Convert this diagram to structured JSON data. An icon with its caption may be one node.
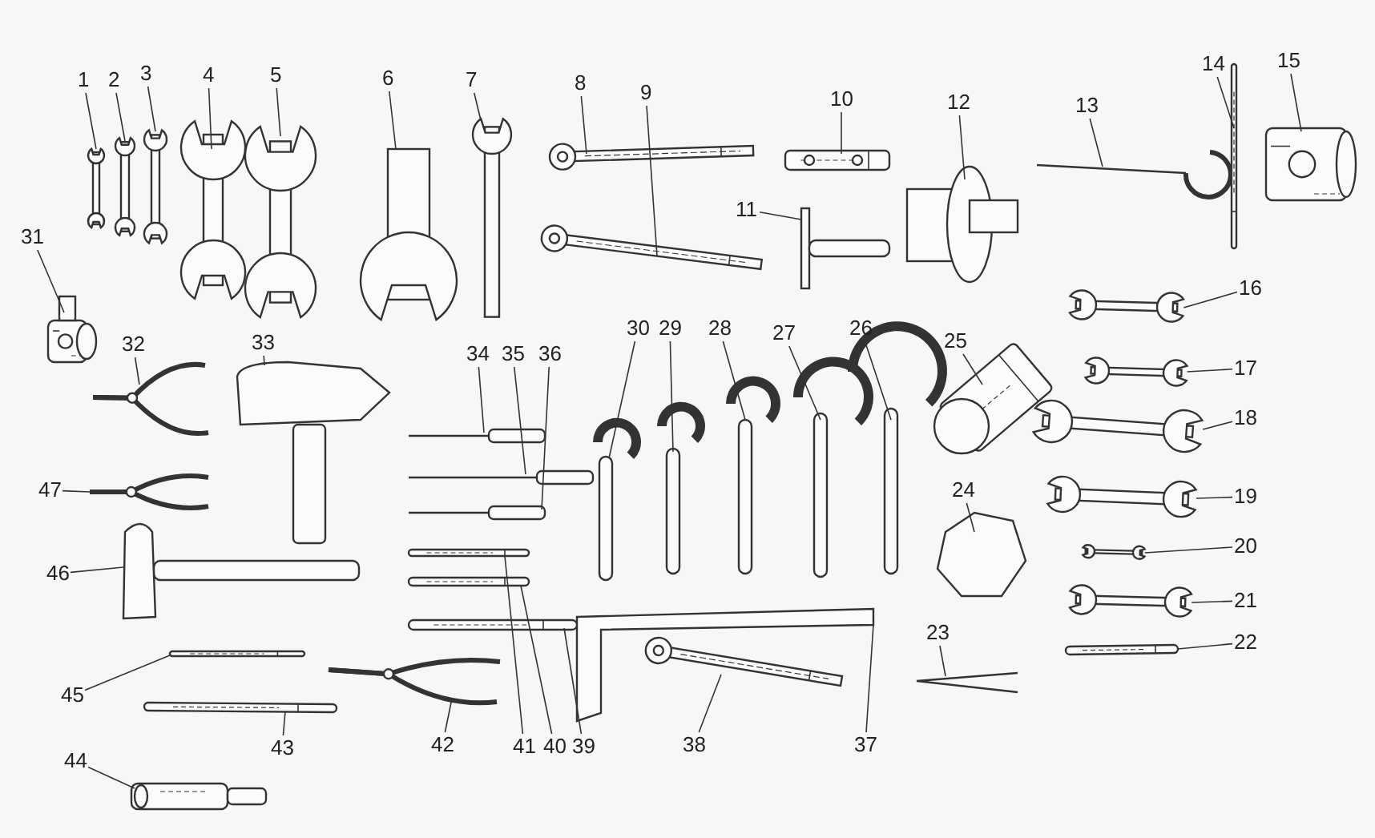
{
  "diagram": {
    "nodes": [
      {
        "text": [
          "1"
        ]
      },
      {
        "text": [
          "2"
        ]
      },
      {
        "text": [
          "3"
        ]
      },
      {
        "text": [
          "4"
        ]
      },
      {
        "text": [
          "5"
        ]
      },
      {
        "text": [
          "6"
        ]
      },
      {
        "text": [
          "7"
        ]
      },
      {
        "text": [
          "8"
        ]
      },
      {
        "text": [
          "9"
        ]
      },
      {
        "text": [
          "10"
        ]
      },
      {
        "text": [
          "11"
        ]
      },
      {
        "text": [
          "12"
        ]
      },
      {
        "text": [
          "13"
        ]
      },
      {
        "text": [
          "14"
        ]
      },
      {
        "text": [
          "15"
        ]
      },
      {
        "text": [
          "16"
        ]
      },
      {
        "text": [
          "17"
        ]
      },
      {
        "text": [
          "18"
        ]
      },
      {
        "text": [
          "19"
        ]
      },
      {
        "text": [
          "20"
        ]
      },
      {
        "text": [
          "21"
        ]
      },
      {
        "text": [
          "22"
        ]
      },
      {
        "text": [
          "23"
        ]
      },
      {
        "text": [
          "24"
        ]
      },
      {
        "text": [
          "25"
        ]
      },
      {
        "text": [
          "26"
        ]
      },
      {
        "text": [
          "27"
        ]
      },
      {
        "text": [
          "28"
        ]
      },
      {
        "text": [
          "29"
        ]
      },
      {
        "text": [
          "30"
        ]
      },
      {
        "text": [
          "31"
        ]
      },
      {
        "text": [
          "32"
        ]
      },
      {
        "text": [
          "33"
        ]
      },
      {
        "text": [
          "34"
        ]
      },
      {
        "text": [
          "35"
        ]
      },
      {
        "text": [
          "36"
        ]
      },
      {
        "text": [
          "37"
        ]
      },
      {
        "text": [
          "38"
        ]
      },
      {
        "text": [
          "39"
        ]
      },
      {
        "text": [
          "40"
        ]
      },
      {
        "text": [
          "41"
        ]
      },
      {
        "text": [
          "42"
        ]
      },
      {
        "text": [
          "43"
        ]
      },
      {
        "text": [
          "44"
        ]
      },
      {
        "text": [
          "45"
        ]
      },
      {
        "text": [
          "46"
        ]
      },
      {
        "text": [
          "47"
        ]
      },
      {
        "text": [],
        "shape": "picture"
      },
      {
        "text": [],
        "shape": "picture"
      },
      {
        "text": [],
        "shape": "picture"
      },
      {
        "text": [],
        "shape": "picture"
      },
      {
        "text": [],
        "shape": "picture"
      },
      {
        "text": [],
        "shape": "picture"
      },
      {
        "text": [],
        "shape": "picture"
      },
      {
        "text": [],
        "shape": "picture"
      },
      {
        "text": [],
        "shape": "picture"
      },
      {
        "text": [],
        "shape": "picture"
      },
      {
        "text": [],
        "shape": "picture"
      },
      {
        "text": [],
        "shape": "picture"
      },
      {
        "text": [],
        "shape": "picture"
      },
      {
        "text": [],
        "shape": "picture"
      },
      {
        "text": [],
        "shape": "picture"
      },
      {
        "text": [],
        "shape": "picture"
      },
      {
        "text": [],
        "shape": "picture"
      },
      {
        "text": [],
        "shape": "picture"
      },
      {
        "text": [],
        "shape": "picture"
      },
      {
        "text": [],
        "shape": "picture"
      },
      {
        "text": [],
        "shape": "picture"
      },
      {
        "text": [],
        "shape": "picture"
      },
      {
        "text": [],
        "shape": "picture"
      },
      {
        "text": [],
        "shape": "picture"
      },
      {
        "text": [],
        "shape": "picture"
      },
      {
        "text": [],
        "shape": "picture"
      },
      {
        "text": [],
        "shape": "picture"
      },
      {
        "text": [],
        "shape": "picture"
      },
      {
        "text": [],
        "shape": "picture"
      },
      {
        "text": [],
        "shape": "picture"
      },
      {
        "text": [],
        "shape": "picture"
      },
      {
        "text": [],
        "shape": "picture"
      },
      {
        "text": [],
        "shape": "picture"
      },
      {
        "text": [],
        "shape": "picture"
      },
      {
        "text": [],
        "shape": "picture"
      },
      {
        "text": [],
        "shape": "picture"
      },
      {
        "text": [],
        "shape": "picture"
      },
      {
        "text": [],
        "shape": "picture"
      },
      {
        "text": [],
        "shape": "picture"
      },
      {
        "text": [],
        "shape": "picture"
      },
      {
        "text": [],
        "shape": "picture"
      },
      {
        "text": [],
        "shape": "picture"
      },
      {
        "text": [],
        "shape": "picture"
      },
      {
        "text": [],
        "shape": "picture"
      },
      {
        "text": [],
        "shape": "picture"
      },
      {
        "text": [],
        "shape": "picture"
      },
      {
        "text": [],
        "shape": "picture"
      }
    ],
    "edges": [
      {
        "from": 0,
        "to": 47,
        "arrow": "none"
      },
      {
        "from": 1,
        "to": 48,
        "arrow": "none"
      },
      {
        "from": 2,
        "to": 49,
        "arrow": "none"
      },
      {
        "from": 3,
        "to": 50,
        "arrow": "none"
      },
      {
        "from": 4,
        "to": 51,
        "arrow": "none"
      },
      {
        "from": 5,
        "to": 52,
        "arrow": "none"
      },
      {
        "from": 6,
        "to": 53,
        "arrow": "none"
      },
      {
        "from": 7,
        "to": 54,
        "arrow": "none"
      },
      {
        "from": 8,
        "to": 55,
        "arrow": "none"
      },
      {
        "from": 9,
        "to": 56,
        "arrow": "none"
      },
      {
        "from": 10,
        "to": 57,
        "arrow": "none"
      },
      {
        "from": 11,
        "to": 58,
        "arrow": "none"
      },
      {
        "from": 12,
        "to": 59,
        "arrow": "none"
      },
      {
        "from": 13,
        "to": 60,
        "arrow": "none"
      },
      {
        "from": 14,
        "to": 61,
        "arrow": "none"
      },
      {
        "from": 15,
        "to": 62,
        "arrow": "none"
      },
      {
        "from": 16,
        "to": 63,
        "arrow": "none"
      },
      {
        "from": 17,
        "to": 64,
        "arrow": "none"
      },
      {
        "from": 18,
        "to": 65,
        "arrow": "none"
      },
      {
        "from": 19,
        "to": 66,
        "arrow": "none"
      },
      {
        "from": 20,
        "to": 67,
        "arrow": "none"
      },
      {
        "from": 21,
        "to": 68,
        "arrow": "none"
      },
      {
        "from": 22,
        "to": 69,
        "arrow": "none"
      },
      {
        "from": 23,
        "to": 70,
        "arrow": "none"
      },
      {
        "from": 24,
        "to": 71,
        "arrow": "none"
      },
      {
        "from": 25,
        "to": 72,
        "arrow": "none"
      },
      {
        "from": 26,
        "to": 73,
        "arrow": "none"
      },
      {
        "from": 27,
        "to": 74,
        "arrow": "none"
      },
      {
        "from": 28,
        "to": 75,
        "arrow": "none"
      },
      {
        "from": 29,
        "to": 76,
        "arrow": "none"
      },
      {
        "from": 30,
        "to": 77,
        "arrow": "none"
      },
      {
        "from": 31,
        "to": 78,
        "arrow": "none"
      },
      {
        "from": 32,
        "to": 79,
        "arrow": "none"
      },
      {
        "from": 33,
        "to": 80,
        "arrow": "none"
      },
      {
        "from": 34,
        "to": 81,
        "arrow": "none"
      },
      {
        "from": 35,
        "to": 82,
        "arrow": "none"
      },
      {
        "from": 36,
        "to": 83,
        "arrow": "none"
      },
      {
        "from": 37,
        "to": 84,
        "arrow": "none"
      },
      {
        "from": 38,
        "to": 85,
        "arrow": "none"
      },
      {
        "from": 39,
        "to": 86,
        "arrow": "none"
      },
      {
        "from": 40,
        "to": 87,
        "arrow": "none"
      },
      {
        "from": 41,
        "to": 88,
        "arrow": "none"
      },
      {
        "from": 42,
        "to": 89,
        "arrow": "none"
      },
      {
        "from": 43,
        "to": 90,
        "arrow": "none"
      },
      {
        "from": 44,
        "to": 91,
        "arrow": "none"
      },
      {
        "from": 45,
        "to": 92,
        "arrow": "none"
      },
      {
        "from": 46,
        "to": 93,
        "arrow": "none"
      }
    ]
  }
}
